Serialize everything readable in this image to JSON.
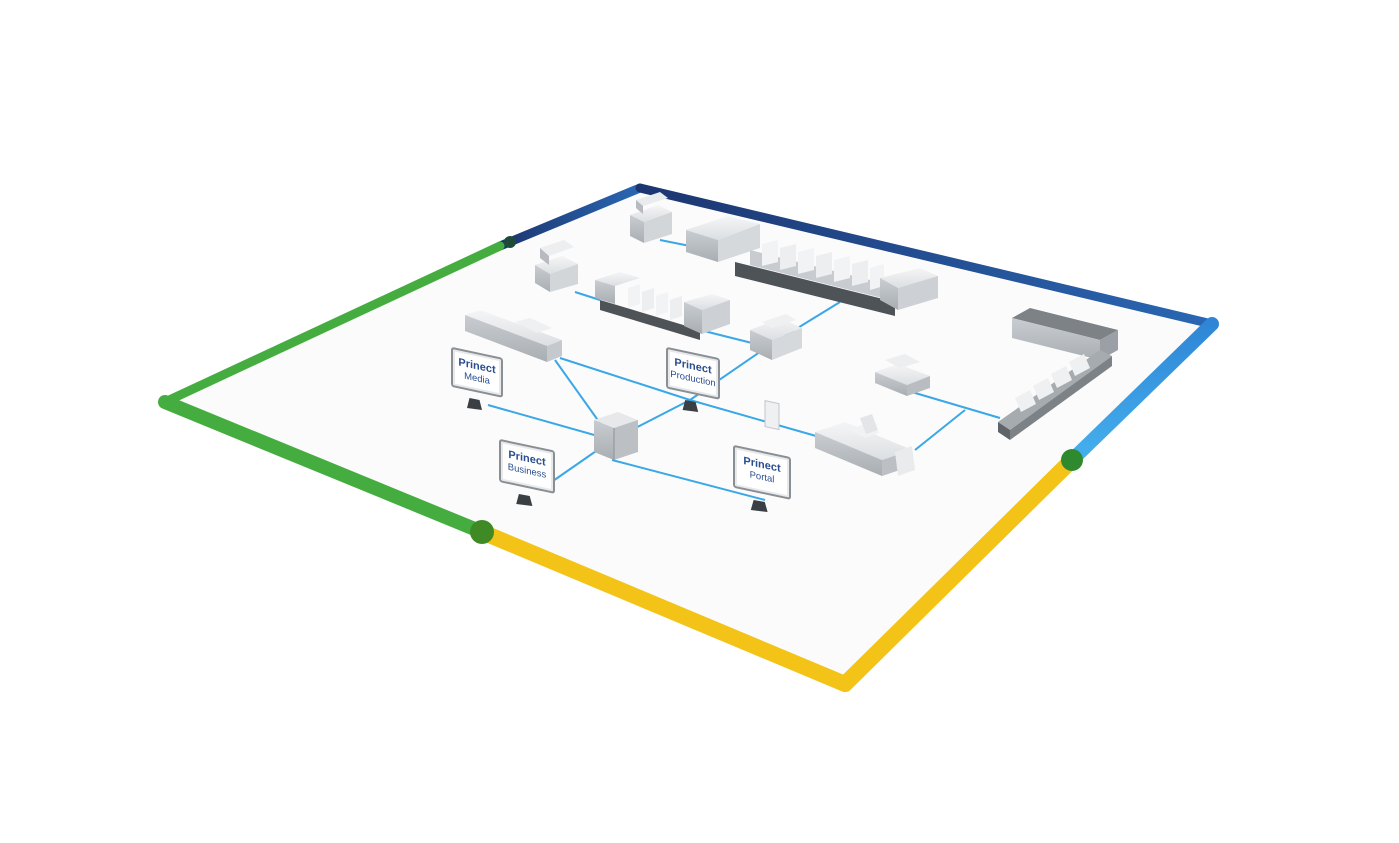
{
  "frame": {
    "colors": {
      "top": "#1f3f7a",
      "right": "#3aa7e6",
      "bottom": "#f3c317",
      "left": "#45ad40"
    }
  },
  "network": {
    "color": "#3aa7e6"
  },
  "monitors": [
    {
      "id": "media",
      "title": "Prinect",
      "subtitle": "Media"
    },
    {
      "id": "production",
      "title": "Prinect",
      "subtitle": "Production"
    },
    {
      "id": "business",
      "title": "Prinect",
      "subtitle": "Business"
    },
    {
      "id": "portal",
      "title": "Prinect",
      "subtitle": "Portal"
    }
  ],
  "machines": [
    {
      "id": "platesetter-top",
      "icon": "platesetter-icon"
    },
    {
      "id": "platesetter-left",
      "icon": "platesetter-icon"
    },
    {
      "id": "large-press",
      "icon": "press-icon"
    },
    {
      "id": "medium-press",
      "icon": "press-icon"
    },
    {
      "id": "folder-unit",
      "icon": "folder-icon"
    },
    {
      "id": "proof-printer",
      "icon": "printer-icon"
    },
    {
      "id": "server",
      "icon": "server-icon"
    },
    {
      "id": "cutter",
      "icon": "cutter-icon"
    },
    {
      "id": "stitcher",
      "icon": "stitcher-icon"
    },
    {
      "id": "binder",
      "icon": "binder-icon"
    }
  ]
}
